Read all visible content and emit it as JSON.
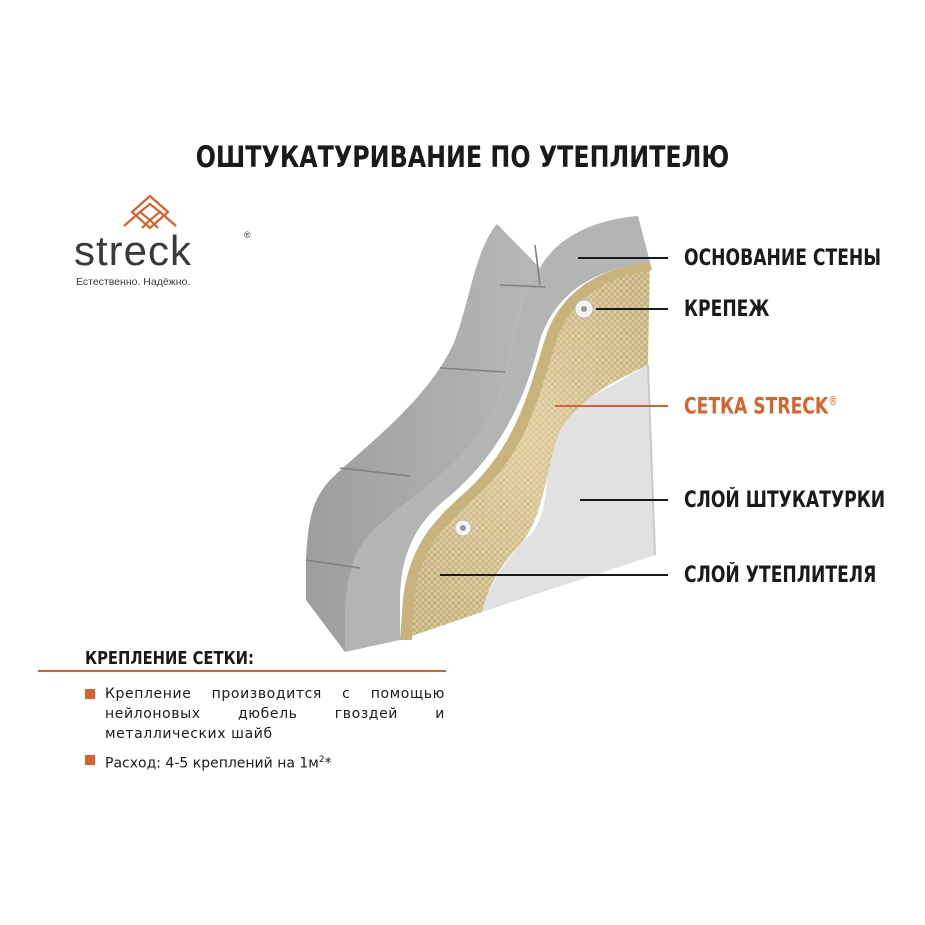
{
  "title": "ОШТУКАТУРИВАНИЕ ПО УТЕПЛИТЕЛЮ",
  "logo": {
    "word": "streck",
    "reg": "®",
    "tagline": "Естественно. Надёжно."
  },
  "labels": {
    "base": "ОСНОВАНИЕ СТЕНЫ",
    "fastener": "КРЕПЕЖ",
    "mesh": "СЕТКА STRECK",
    "mesh_reg": "®",
    "plaster": "СЛОЙ ШТУКАТУРКИ",
    "insulation": "СЛОЙ УТЕПЛИТЕЛЯ"
  },
  "section": {
    "title": "КРЕПЛЕНИЕ СЕТКИ:",
    "bullet1": "Крепление производится с помощью нейлоновых дюбель гвоздей и металлических шайб",
    "bullet2": "Расход: 4-5 креплений на 1м",
    "bullet2_sup": "2",
    "bullet2_suffix": "*"
  },
  "colors": {
    "accent": "#d9622b",
    "concrete": "#a9aaab",
    "insulation": "#d7c79a",
    "plaster": "#e2e2e2"
  }
}
